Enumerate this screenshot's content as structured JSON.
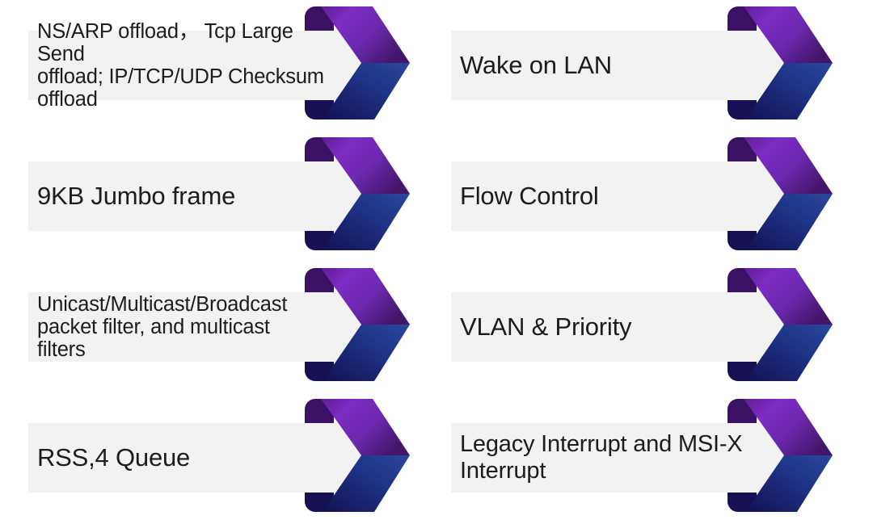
{
  "slide": {
    "background": "#FFFFFF",
    "bar_color": "#F2F2F2",
    "text_color": "#1C1C1C",
    "chevron_colors": {
      "purple_edge": "#5F1D95",
      "purple_bright": "#7C2CC2",
      "purple_mid": "#6B28AE",
      "purple_dark": "#44166A",
      "blue_bright": "#2B479E",
      "blue_mid": "#1E3486",
      "navy_dark": "#131153",
      "fold_purple": "#3A1163",
      "fold_navy": "#171052"
    },
    "features": {
      "left": [
        {
          "label": "NS/ARP offload， Tcp Large Send\noffload; IP/TCP/UDP Checksum\noffload"
        },
        {
          "label": "9KB Jumbo frame"
        },
        {
          "label": "Unicast/Multicast/Broadcast\npacket filter, and multicast\nfilters"
        },
        {
          "label": "RSS,4 Queue"
        }
      ],
      "right": [
        {
          "label": "Wake on LAN"
        },
        {
          "label": "Flow Control"
        },
        {
          "label": "VLAN & Priority"
        },
        {
          "label": "Legacy Interrupt and MSI-X\nInterrupt"
        }
      ]
    }
  }
}
